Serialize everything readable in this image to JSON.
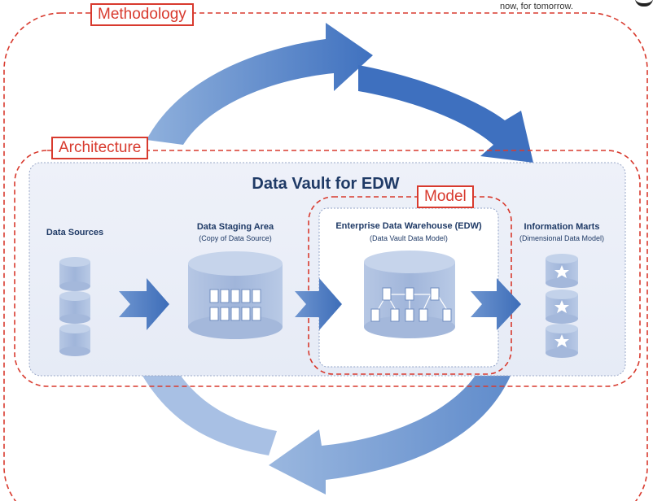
{
  "tagline": "now, for tomorrow.",
  "labels": {
    "methodology": "Methodology",
    "architecture": "Architecture",
    "model": "Model"
  },
  "title": "Data Vault for EDW",
  "stages": {
    "sources": {
      "title": "Data Sources"
    },
    "staging": {
      "title": "Data Staging Area",
      "subtitle": "(Copy of Data Source)"
    },
    "edw": {
      "title": "Enterprise Data Warehouse (EDW)",
      "subtitle": "(Data Vault Data Model)"
    },
    "marts": {
      "title": "Information Marts",
      "subtitle": "(Dimensional Data Model)"
    }
  },
  "colors": {
    "dashed_outline": "#d83a2e",
    "panel_fill": "#edf0f8",
    "cycle_arrow": "#5b86c8",
    "flow_arrow": "#4d79c0",
    "cylinder": "#a4b8db",
    "title_text": "#1f3a66"
  }
}
